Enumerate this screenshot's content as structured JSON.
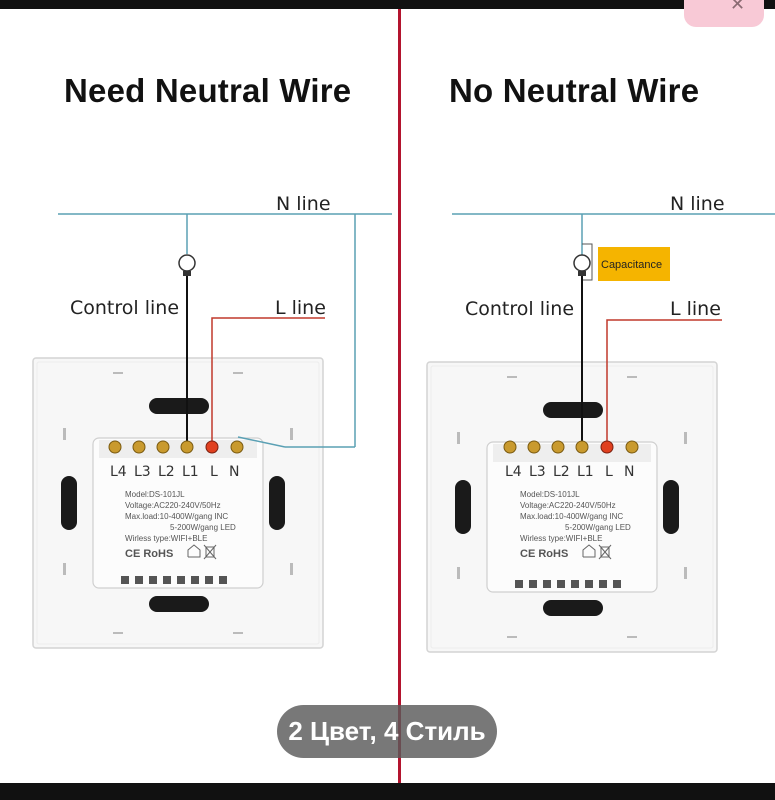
{
  "left": {
    "title": "Need Neutral Wire",
    "n_line": "N line",
    "control_line": "Control line",
    "l_line": "L line"
  },
  "right": {
    "title": "No Neutral Wire",
    "n_line": "N line",
    "control_line": "Control line",
    "l_line": "L line",
    "capacitance": "Capacitance"
  },
  "module": {
    "terminals": [
      "L4",
      "L3",
      "L2",
      "L1",
      "L",
      "N"
    ],
    "model": "Model:DS-101JL",
    "voltage": "Voltage:AC220-240V/50Hz",
    "max_load": "Max.load:10-400W/gang  INC",
    "max_load_led": "5-200W/gang  LED",
    "wireless": "Wirless type:WIFI+BLE",
    "certs": "CE RoHS"
  },
  "badge": {
    "label": "2 Цвет, 4 Стиль"
  },
  "colors": {
    "divider": "#b3142e",
    "n_wire": "#5aa0b4",
    "l_wire": "#c0392b",
    "control_wire": "#111111",
    "capacitor": "#f5b400"
  },
  "icons": {
    "close": "close-icon",
    "bulb": "bulb-icon",
    "house": "house-icon",
    "weee": "weee-icon"
  }
}
